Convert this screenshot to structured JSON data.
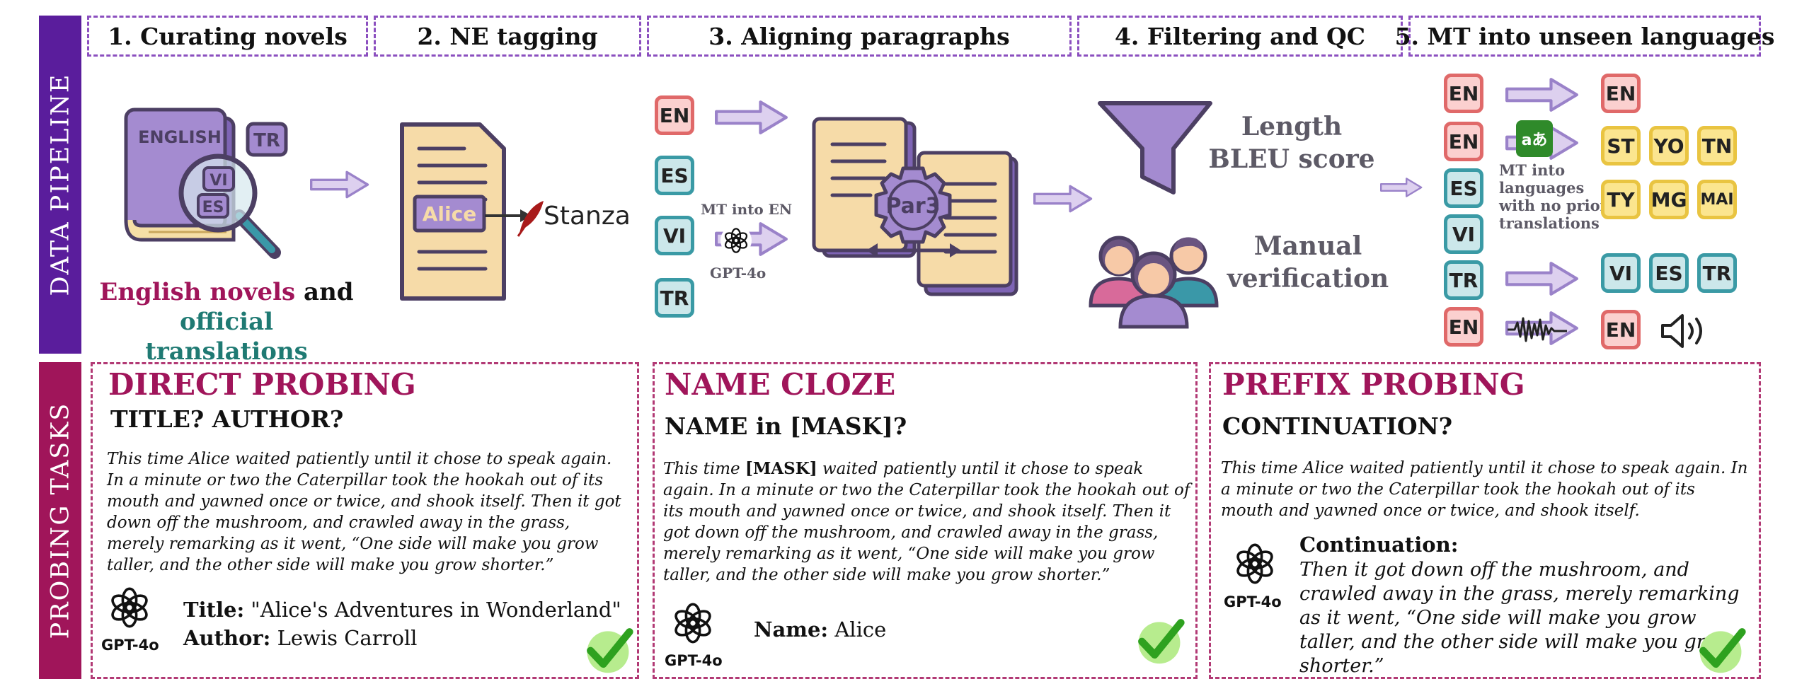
{
  "side_labels": {
    "pipeline": "DATA PIPELINE",
    "probing": "PROBING TASKS"
  },
  "steps": [
    "1. Curating novels",
    "2. NE tagging",
    "3. Aligning paragraphs",
    "4. Filtering and QC",
    "5. MT into unseen languages"
  ],
  "step1": {
    "book_label": "ENGLISH",
    "tags": [
      "TR",
      "VI",
      "ES"
    ],
    "caption_part1": "English novels",
    "caption_and": " and",
    "caption_part2": "official translations",
    "colors": {
      "part1": "#a0155a",
      "part2": "#1f7a73"
    }
  },
  "step2": {
    "name": "Alice",
    "tool": "Stanza"
  },
  "step3": {
    "langs": [
      "EN",
      "ES",
      "VI",
      "TR"
    ],
    "mt_label": "MT into EN",
    "model": "GPT-4o",
    "aligner": "Par3"
  },
  "step4": {
    "filter_line1": "Length",
    "filter_line2": "BLEU score",
    "manual_line1": "Manual",
    "manual_line2": "verification"
  },
  "step5": {
    "left": [
      "EN",
      "EN",
      "ES",
      "VI",
      "TR",
      "EN"
    ],
    "right_row1": [
      "EN"
    ],
    "right_row2": [
      "ST",
      "YO",
      "TN"
    ],
    "right_row3": [
      "TY",
      "MG",
      "MAI"
    ],
    "right_row4": [
      "VI",
      "ES",
      "TR"
    ],
    "right_row5": [
      "EN"
    ],
    "translate_icon_text": "aあ",
    "mt_caption": [
      "MT into",
      "languages",
      "with no prior",
      "translations"
    ]
  },
  "probing": [
    {
      "title": "DIRECT PROBING",
      "subtitle": "TITLE? AUTHOR?",
      "text": "This time Alice waited patiently until it chose to speak again. In a minute or two the Caterpillar took the hookah out of its mouth and yawned once or twice, and shook itself. Then it got down off the mushroom, and crawled away in the grass, merely remarking as it went, “One side will make you grow taller, and the other side will make you grow shorter.”",
      "model": "GPT-4o",
      "answer1_label": "Title:",
      "answer1_value": " \"Alice's Adventures in Wonderland\"",
      "answer2_label": "Author:",
      "answer2_value": " Lewis Carroll"
    },
    {
      "title": "NAME CLOZE",
      "subtitle": "NAME in [MASK]?",
      "text_before": "This time ",
      "mask": "[MASK]",
      "text_after": " waited patiently until it chose to speak again. In a minute or two the Caterpillar took the hookah out of its mouth and yawned once or twice, and shook itself. Then it got down off the mushroom, and crawled away in the grass, merely remarking as it went, “One side will make you grow taller, and the other side will make you grow shorter.”",
      "model": "GPT-4o",
      "answer_label": "Name:",
      "answer_value": " Alice"
    },
    {
      "title": "PREFIX PROBING",
      "subtitle": "CONTINUATION?",
      "text": "This time Alice waited patiently until it chose to speak again. In a minute or two the Caterpillar took the hookah out of its mouth and yawned once or twice, and shook itself.",
      "model": "GPT-4o",
      "continuation_label": "Continuation:",
      "continuation_text": "Then it got down off the mushroom, and crawled away in the grass, merely remarking as it went, “One side will make you grow taller, and the other side will make you grow shorter.”"
    }
  ],
  "colors": {
    "purple": "#a48bd0",
    "accent_purple": "#5a1d9c",
    "accent_magenta": "#a0155a",
    "check_green": "#2ea11f"
  }
}
